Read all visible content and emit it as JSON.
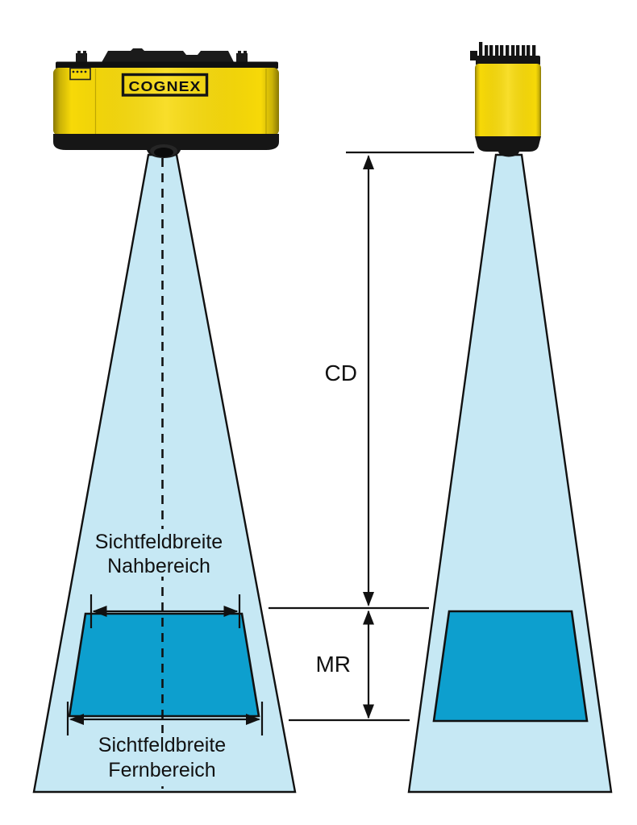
{
  "brand": "COGNEX",
  "annotations": {
    "cd": "CD",
    "mr": "MR",
    "fov_near_line1": "Sichtfeldbreite",
    "fov_near_line2": "Nahbereich",
    "fov_far_line1": "Sichtfeldbreite",
    "fov_far_line2": "Fernbereich"
  },
  "colors": {
    "cone": "#c6e8f4",
    "measure_field": "#0d9fce",
    "device_yellow": "#f7d908",
    "line": "#111111"
  }
}
